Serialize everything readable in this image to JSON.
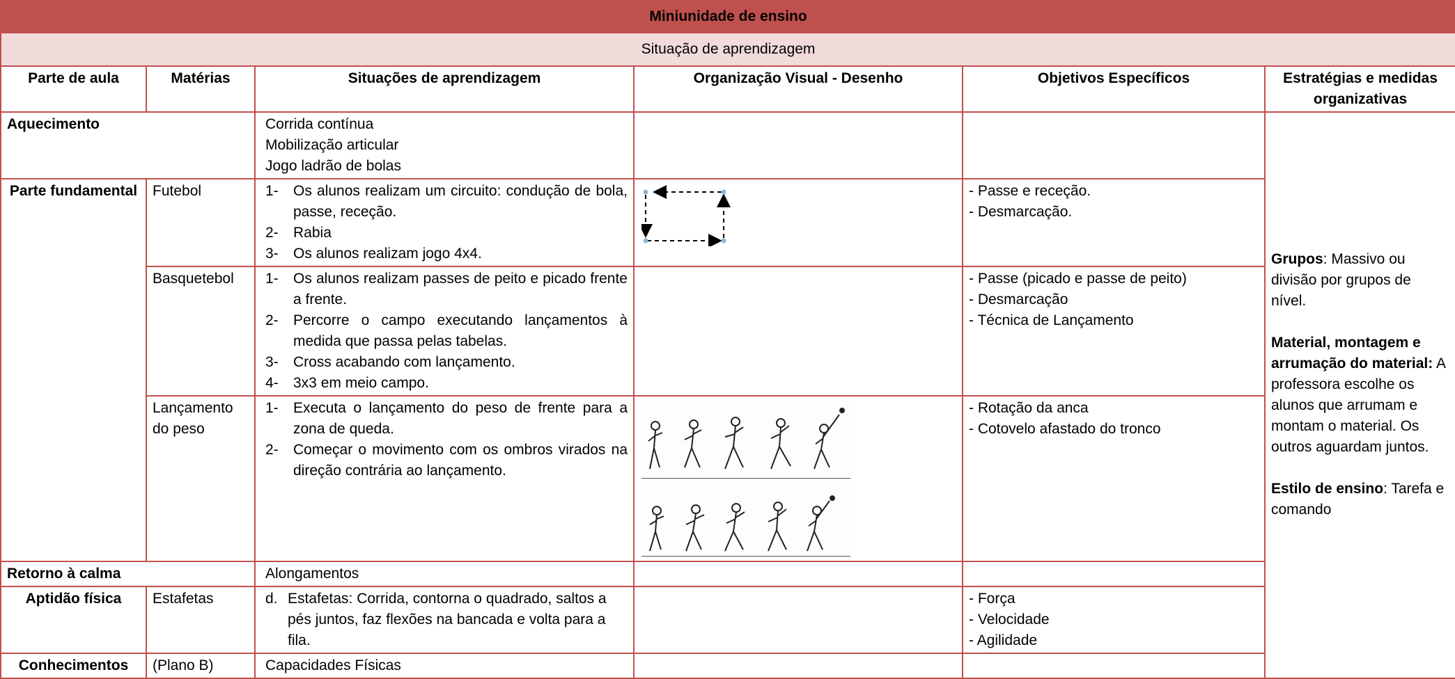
{
  "table_title": "Miniunidade de ensino",
  "subtitle": "Situação de aprendizagem",
  "headers": [
    "Parte de aula",
    "Matérias",
    "Situações de aprendizagem",
    "Organização Visual - Desenho",
    "Objetivos Específicos",
    "Estratégias e medidas organizativas"
  ],
  "aquecimento": {
    "part": "Aquecimento",
    "situations": [
      "Corrida contínua",
      "Mobilização articular",
      "Jogo ladrão de bolas"
    ]
  },
  "fundamental": {
    "part": "Parte fundamental",
    "futebol": {
      "subject": "Futebol",
      "items": [
        {
          "num": "1-",
          "text": "Os alunos realizam um circuito: condução de bola, passe, receção."
        },
        {
          "num": "2-",
          "text": "Rabia"
        },
        {
          "num": "3-",
          "text": "Os alunos realizam jogo 4x4."
        }
      ],
      "objectives": [
        "- Passe e receção.",
        "- Desmarcação."
      ]
    },
    "basquetebol": {
      "subject": "Basquetebol",
      "items": [
        {
          "num": "1-",
          "text": "Os alunos realizam passes de peito e picado frente a frente."
        },
        {
          "num": "2-",
          "text": "Percorre o campo executando lançamentos à medida que passa pelas tabelas."
        },
        {
          "num": "3-",
          "text": "Cross acabando com lançamento."
        },
        {
          "num": "4-",
          "text": "3x3 em meio campo."
        }
      ],
      "objectives": [
        "- Passe (picado e passe de peito)",
        "- Desmarcação",
        "- Técnica de Lançamento"
      ]
    },
    "peso": {
      "subject": "Lançamento do peso",
      "items": [
        {
          "num": "1-",
          "text": "Executa o lançamento do peso de frente para a zona de queda."
        },
        {
          "num": "2-",
          "text": "Começar o movimento com os ombros virados na direção contrária ao lançamento."
        }
      ],
      "objectives": [
        "- Rotação da anca",
        "- Cotovelo afastado do tronco"
      ]
    }
  },
  "retorno": {
    "part": "Retorno à calma",
    "situation": "Alongamentos"
  },
  "aptidao": {
    "part": "Aptidão física",
    "subject": "Estafetas",
    "item": {
      "num": "d.",
      "text": "Estafetas: Corrida, contorna o quadrado, saltos a pés juntos, faz flexões na bancada e volta para a fila."
    },
    "objectives": [
      "- Força",
      "- Velocidade",
      "- Agilidade"
    ]
  },
  "conhecimentos": {
    "part": "Conhecimentos",
    "subject": "(Plano B)",
    "situation": "Capacidades Físicas"
  },
  "strategies": {
    "grupos_label": "Grupos",
    "grupos_text": ": Massivo ou divisão por grupos de nível.",
    "material_label": "Material, montagem e arrumação do material:",
    "material_text": " A professora escolhe os alunos que arrumam e montam o material. Os outros aguardam juntos.",
    "estilo_label": "Estilo de ensino",
    "estilo_text": ": Tarefa e comando"
  }
}
